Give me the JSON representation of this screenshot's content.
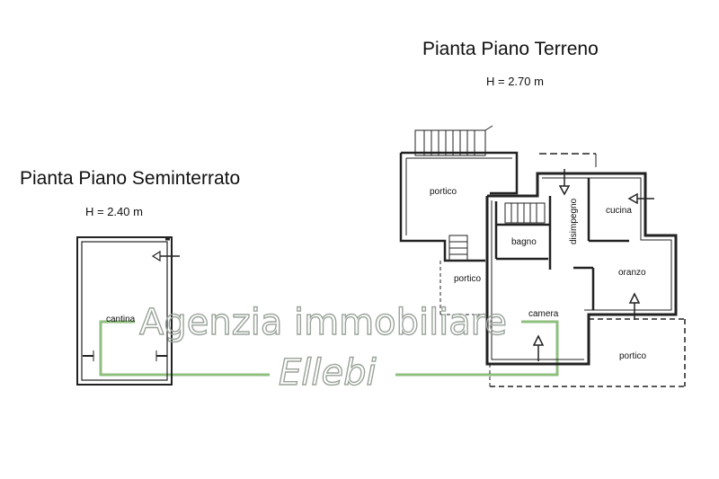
{
  "basement": {
    "title": "Pianta Piano Seminterrato",
    "height": "H = 2.40 m",
    "rooms": {
      "cantina": "cantina"
    }
  },
  "ground": {
    "title": "Pianta Piano Terreno",
    "height": "H = 2.70 m",
    "rooms": {
      "portico_top": "portico",
      "portico_left": "portico",
      "portico_bottom": "portico",
      "bagno": "bagno",
      "disimpegno": "disimpegno",
      "cucina": "cucina",
      "soggiorno": "oranzo",
      "camera": "camera"
    }
  },
  "watermark": {
    "line1": "Agenzia immobiliare",
    "line2": "Ellebi",
    "color": "#9aa39a",
    "frame_color": "#8fbf7f"
  }
}
